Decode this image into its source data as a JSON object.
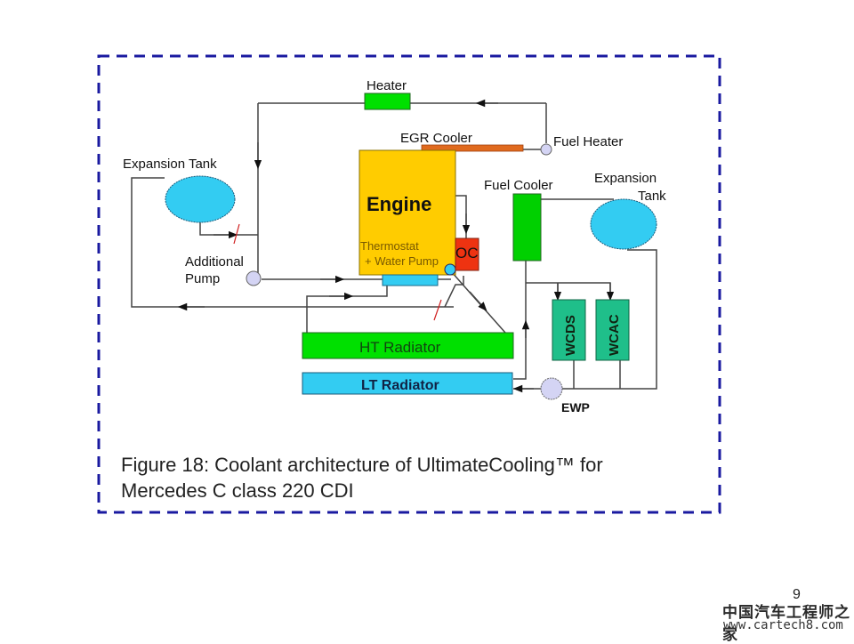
{
  "figure": {
    "caption_line1": "Figure 18: Coolant architecture of UltimateCooling™ for",
    "caption_line2": "Mercedes C class 220 CDI"
  },
  "components": {
    "heater": "Heater",
    "egr_cooler": "EGR Cooler",
    "fuel_heater": "Fuel Heater",
    "expansion_tank_left": "Expansion Tank",
    "expansion_tank_right_line1": "Expansion",
    "expansion_tank_right_line2": "Tank",
    "engine": "Engine",
    "thermostat_line1": "Thermostat",
    "thermostat_line2": "+ Water Pump",
    "oc": "OC",
    "fuel_cooler": "Fuel Cooler",
    "additional_pump_line1": "Additional",
    "additional_pump_line2": "Pump",
    "ht_radiator": "HT Radiator",
    "lt_radiator": "LT Radiator",
    "wcds": "WCDS",
    "wcac": "WCAC",
    "ewp": "EWP"
  },
  "colors": {
    "frame_dash": "#1a1aa0",
    "engine": "#ffcc00",
    "green": "#00e000",
    "cyan": "#33ccf2",
    "orange": "#e06a1e",
    "red": "#ee3311",
    "teal": "#1fbf8a",
    "pump": "#d4d4f4"
  },
  "page_number": "9",
  "watermark": {
    "line1": "中国汽车工程师之家",
    "line2": "www.cartech8.com"
  }
}
